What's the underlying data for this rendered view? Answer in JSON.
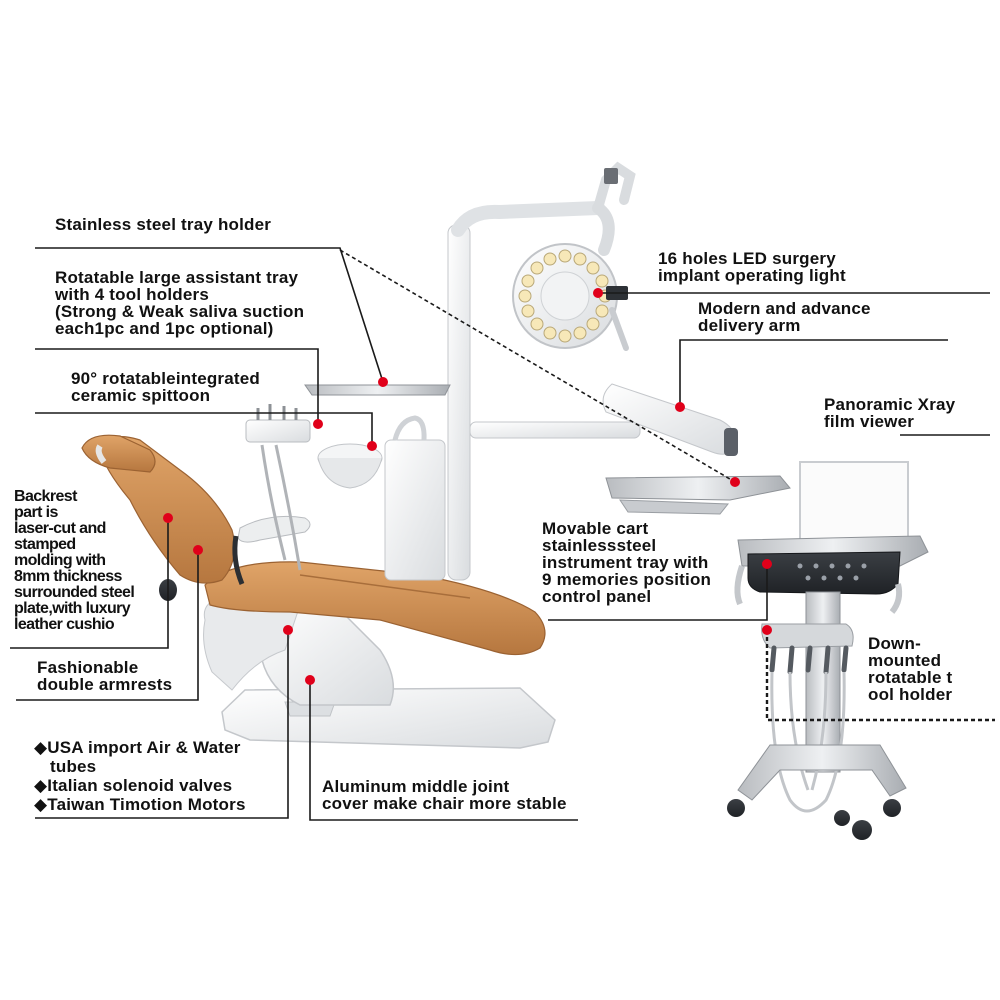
{
  "annotations": {
    "tray_holder": {
      "lines": [
        "Stainless steel tray holder"
      ]
    },
    "led_light": {
      "lines": [
        "16 holes LED surgery",
        "implant operating light"
      ]
    },
    "assistant_tray": {
      "lines": [
        "Rotatable large assistant tray",
        "with 4 tool holders",
        "(Strong & Weak saliva suction",
        "each1pc and 1pc optional)"
      ]
    },
    "delivery_arm": {
      "lines": [
        "Modern and advance",
        "delivery arm"
      ]
    },
    "spittoon": {
      "lines": [
        "90° rotatableintegrated",
        "ceramic spittoon"
      ]
    },
    "xray_viewer": {
      "lines": [
        "Panoramic Xray",
        "film viewer"
      ]
    },
    "backrest": {
      "lines": [
        "Backrest",
        "part is",
        "laser-cut and",
        "stamped",
        "molding with",
        "8mm thickness",
        "surrounded steel",
        "plate,with luxury",
        "leather cushio"
      ]
    },
    "cart": {
      "lines": [
        "Movable cart",
        "stainlesssteel",
        "instrument tray with",
        "9 memories position",
        "control panel"
      ]
    },
    "tool_holder": {
      "lines": [
        "Down-",
        "mounted",
        "rotatable t",
        "ool holder"
      ]
    },
    "armrests": {
      "lines": [
        "Fashionable",
        "double armrests"
      ]
    },
    "components": {
      "lines": [
        "◆USA import Air & Water",
        "tubes",
        "◆Italian solenoid valves",
        "◆Taiwan Timotion Motors"
      ]
    },
    "middle_joint": {
      "lines": [
        "Aluminum middle joint",
        "cover make chair more stable"
      ]
    }
  },
  "colors": {
    "upholstery": "#c98a4e",
    "marker": "#e0001a",
    "leader_line": "#1a1a1a",
    "equipment": "#eeeeee"
  }
}
